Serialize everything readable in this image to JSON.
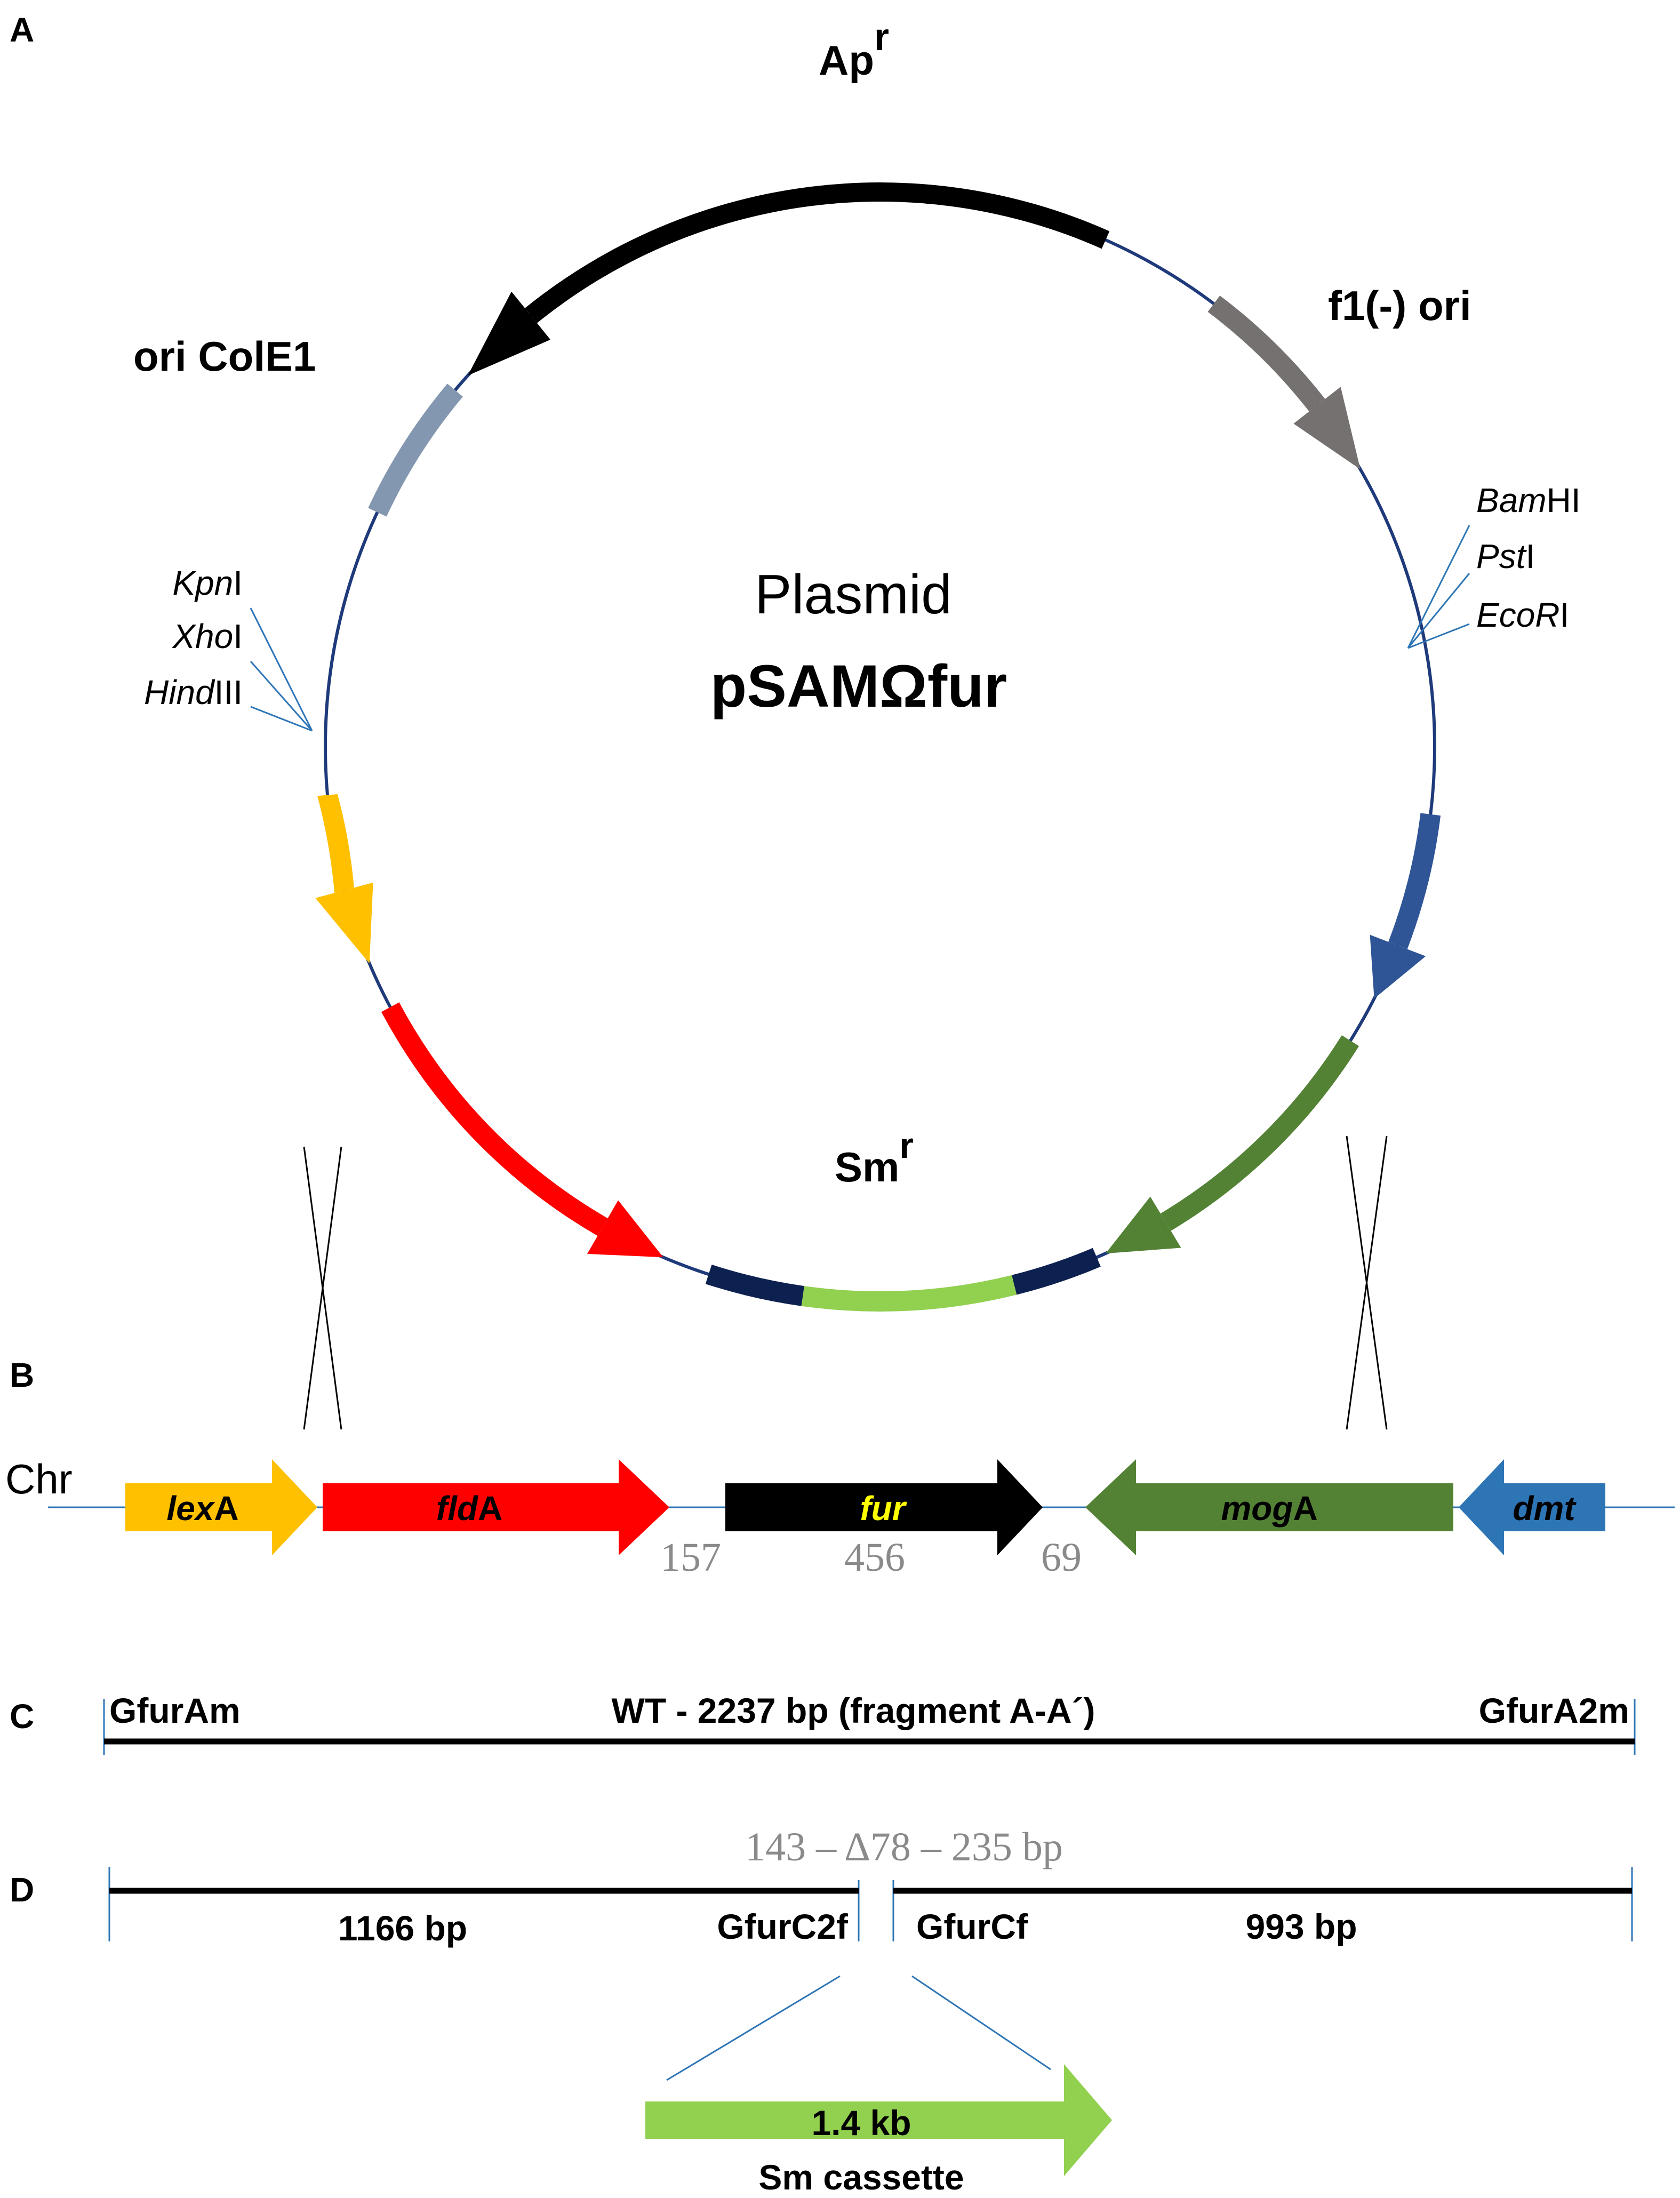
{
  "panels": {
    "a": "A",
    "b": "B",
    "c": "C",
    "d": "D"
  },
  "plasmid": {
    "title_line1": "Plasmid",
    "title_line2": "pSAMΩfur",
    "features": {
      "apr_main": "Ap",
      "apr_sup": "r",
      "f1_ori": "f1(-) ori",
      "ori_cole1": "ori ColE1",
      "smr_main": "Sm",
      "smr_sup": "r"
    },
    "sites_right": [
      {
        "italic": "Bam",
        "plain": "HI"
      },
      {
        "italic": "Pst",
        "plain": "I"
      },
      {
        "italic": "EcoR",
        "plain": "I"
      }
    ],
    "sites_left": [
      {
        "italic": "Kpn",
        "plain": "I"
      },
      {
        "italic": "Xho",
        "plain": "I"
      },
      {
        "italic": "Hind",
        "plain": "III"
      }
    ],
    "colors": {
      "backbone": "#1f3a7a",
      "apr": "#000000",
      "f1": "#767171",
      "cole1": "#8497b0",
      "blue_gene": "#2f5597",
      "green_gene": "#548235",
      "yellow_gene": "#ffc000",
      "red_gene": "#ff0000",
      "sm_light": "#92d050",
      "sm_dark": "#0d2150"
    }
  },
  "chromosome": {
    "label": "Chr",
    "genes": [
      {
        "italic": "lex",
        "plain": "A",
        "color": "#ffc000",
        "text_color": "#000000"
      },
      {
        "italic": "fld",
        "plain": "A",
        "color": "#ff0000",
        "text_color": "#000000"
      },
      {
        "italic": "fur",
        "plain": "",
        "color": "#000000",
        "text_color": "#ffff00"
      },
      {
        "italic": "mog",
        "plain": "A",
        "color": "#548235",
        "text_color": "#000000"
      },
      {
        "italic": "dmt",
        "plain": "",
        "color": "#2e75b6",
        "text_color": "#000000"
      }
    ],
    "numbers": [
      "157",
      "456",
      "69"
    ]
  },
  "fragment_c": {
    "left_primer": "GfurAm",
    "title": "WT - 2237 bp (fragment A-A´)",
    "right_primer": "GfurA2m"
  },
  "fragment_d": {
    "top_label": "143 – Δ78 – 235 bp",
    "left_size": "1166 bp",
    "left_primer": "GfurC2f",
    "right_primer": "GfurCf",
    "right_size": "993 bp",
    "cassette_size": "1.4 kb",
    "cassette_name": "Sm cassette",
    "cassette_color": "#92d050"
  }
}
